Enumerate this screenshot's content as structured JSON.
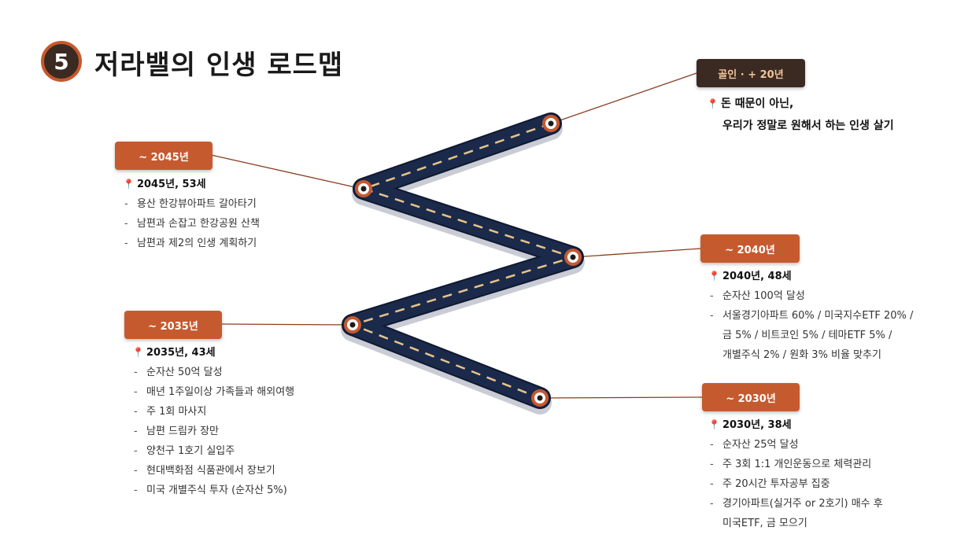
{
  "header": {
    "number": "5",
    "title": "저라밸의 인생 로드맵"
  },
  "milestones": {
    "goal": {
      "badge": "골인 · + 20년",
      "lines": [
        "돈 때문이 아닌,",
        "우리가 정말로 원해서 하는 인생 살기"
      ]
    },
    "y2045": {
      "badge": "~ 2045년",
      "heading": "2045년, 53세",
      "items": [
        "용산 한강뷰아파트 갈아타기",
        "남편과 손잡고 한강공원 산책",
        "남편과 제2의 인생 계획하기"
      ]
    },
    "y2040": {
      "badge": "~ 2040년",
      "heading": "2040년, 48세",
      "items": [
        "순자산 100억 달성",
        "서울경기아파트 60% / 미국지수ETF 20% /"
      ],
      "continuation": [
        "금 5% / 비트코인 5% / 테마ETF 5% /",
        "개별주식 2% / 원화 3% 비율 맞추기"
      ]
    },
    "y2035": {
      "badge": "~ 2035년",
      "heading": "2035년, 43세",
      "items": [
        "순자산 50억 달성",
        "매년 1주일이상 가족들과 해외여행",
        "주 1회 마사지",
        "남편 드림카 장만",
        "양천구 1호기 실입주",
        "현대백화점 식품관에서 장보기",
        "미국 개별주식 투자 (순자산 5%)"
      ]
    },
    "y2030": {
      "badge": "~ 2030년",
      "heading": "2030년, 38세",
      "items": [
        "순자산 25억 달성",
        "주 3회 1:1 개인운동으로 체력관리",
        "주 20시간 투자공부 집중",
        "경기아파트(실거주 or 2호기) 매수 후"
      ],
      "continuation": [
        "미국ETF, 금 모으기"
      ]
    }
  },
  "colors": {
    "road": "#1b2a4a",
    "dash": "#e8c48a",
    "badge": "#c65a2f",
    "badge_dark": "#3a2a22",
    "connector": "#8b3e22"
  },
  "icons": {
    "pin": "map-pin-icon"
  }
}
